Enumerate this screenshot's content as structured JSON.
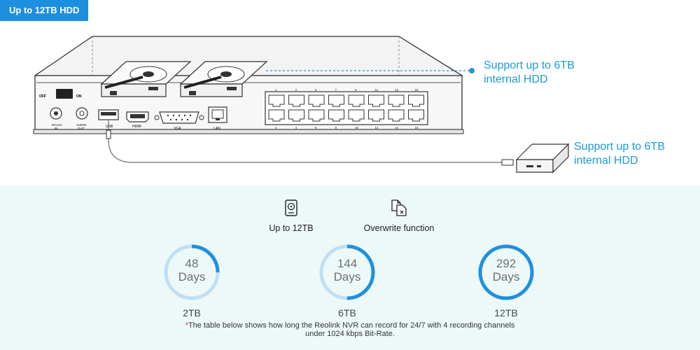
{
  "badge": "Up to 12TB HDD",
  "callouts": {
    "internal": "Support up to 6TB\ninternal HDD",
    "external": "Support up to 6TB\ninternal HDD"
  },
  "panel": {
    "off": "OFF",
    "on": "ON",
    "dc": "DC12V\nIN",
    "audio": "AUDIO\nOUT",
    "usb": "USB",
    "hdmi": "HDMI",
    "vga": "VGA",
    "lan": "LAN",
    "ports_top": [
      "1",
      "3",
      "5",
      "7",
      "9",
      "11",
      "13",
      "15"
    ],
    "ports_bottom": [
      "2",
      "4",
      "6",
      "8",
      "10",
      "12",
      "14",
      "16"
    ]
  },
  "features": [
    {
      "label": "Up to 12TB",
      "icon": "hdd-icon"
    },
    {
      "label": "Overwrite function",
      "icon": "overwrite-icon"
    }
  ],
  "storage": [
    {
      "num": "48",
      "unit": "Days",
      "cap": "2TB",
      "fraction": 0.25
    },
    {
      "num": "144",
      "unit": "Days",
      "cap": "6TB",
      "fraction": 0.5
    },
    {
      "num": "292",
      "unit": "Days",
      "cap": "12TB",
      "fraction": 1.0
    }
  ],
  "note": {
    "star": "*",
    "text": "The table below shows how long the Reolink NVR can record for 24/7 with 4 recording channels under 1024 kbps Bit-Rate."
  },
  "colors": {
    "accent": "#1a9ad7",
    "ring": "#1e90e0",
    "ring_bg": "#bfe0f2",
    "bg": "#edf8f9"
  }
}
